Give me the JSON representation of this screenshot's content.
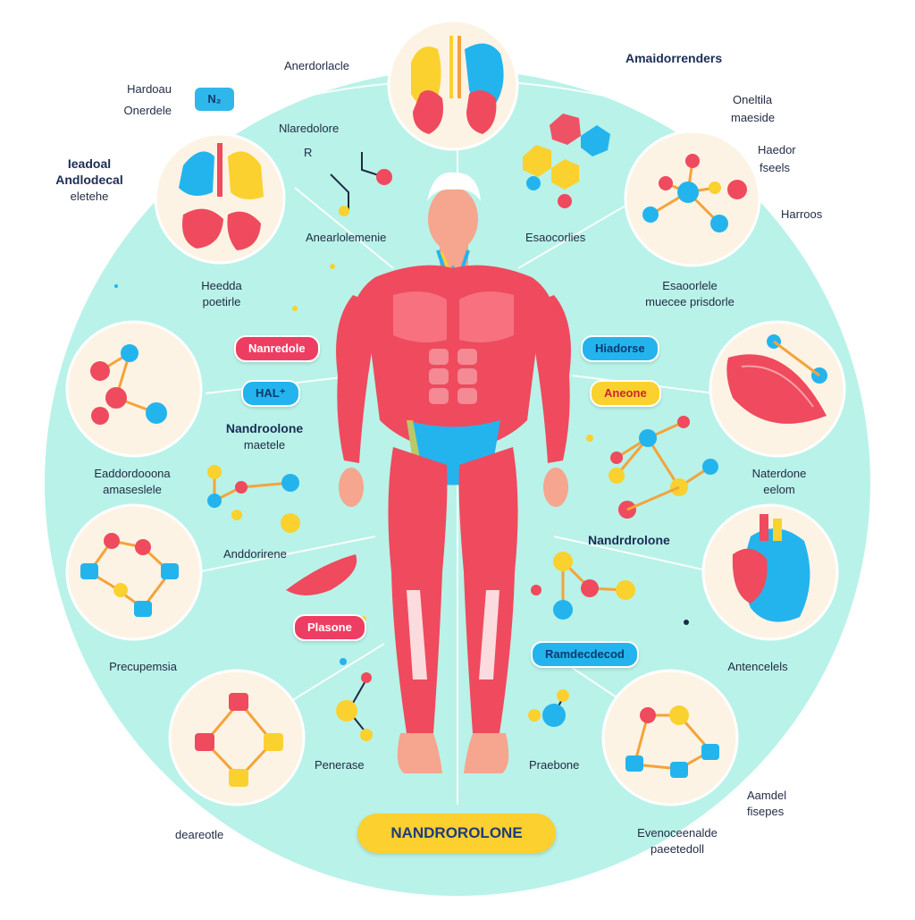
{
  "colors": {
    "background_disc": "#b9f2e8",
    "circle_fill": "#fdf3e4",
    "muscle": "#ef4a5e",
    "accent_blue": "#23b4ee",
    "accent_yellow": "#fbd12f",
    "text": "#1f2a44"
  },
  "title": "NANDROROLONE",
  "tag": "N₂",
  "labels": {
    "top_left_1": "Hardoau",
    "top_left_2": "Onerdele",
    "top_kidney": "Anerdorlacle",
    "top_nandro": "Nlaredolore",
    "top_r": "R",
    "top_right_1": "Amaidorrenders",
    "top_right_2": "Oneltila",
    "top_right_3": "maeside",
    "right_1a": "Haedor",
    "right_1b": "fseels",
    "right_2": "Harroos",
    "left_1a": "Ieadoal",
    "left_1b": "Andlodecal",
    "left_1c": "eletehe",
    "center_left": "Anearlolemenie",
    "center_right": "Esaocorlies",
    "left_heads_1": "Heedda",
    "left_heads_2": "poetirle",
    "right_musc_1": "Esaoorlele",
    "right_musc_2": "muecee prisdorle",
    "left_nandro_1": "Nandroolone",
    "left_nandro_2": "maetele",
    "left_endo_1": "Eaddordooona",
    "left_endo_2": "amaseslele",
    "right_nater_1": "Naterdone",
    "right_nater_2": "eelom",
    "left_andor": "Anddorirene",
    "right_nandro": "Nandrdrolone",
    "left_prec": "Precupemsia",
    "right_anten": "Antencelels",
    "bottom_pene": "Penerase",
    "bottom_prae": "Praebone",
    "bottom_left": "deareotle",
    "bottom_right_1a": "Aamdel",
    "bottom_right_1b": "fisepes",
    "bottom_right_2a": "Evenoceenalde",
    "bottom_right_2b": "paeetedoll"
  },
  "pills": {
    "nanredle": "Nanredole",
    "hal": "HAL⁺",
    "hiadone": "Hiadorse",
    "aneone": "Aneone",
    "plasone": "Plasone",
    "ramdoe": "Ramdecdecod"
  }
}
